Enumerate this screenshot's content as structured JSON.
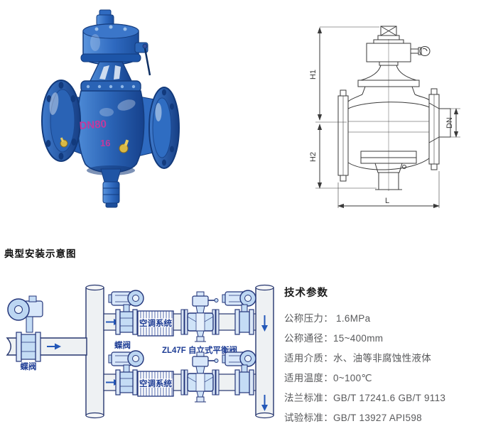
{
  "section_heading": "典型安装示意图",
  "photo": {
    "marking_dn": "DN80",
    "marking_pn": "16"
  },
  "drawing": {
    "dim_h1": "H1",
    "dim_h2": "H2",
    "dim_dn": "DN",
    "dim_l": "L"
  },
  "diagram": {
    "label_butterfly_main": "蝶阀",
    "label_butterfly_branch": "蝶阀",
    "label_ac_top": "空调系统",
    "label_ac_bottom": "空调系统",
    "label_balance_valve": "ZL47F 自立式平衡阀"
  },
  "tech": {
    "heading": "技术参数",
    "rows": [
      "公称压力： 1.6MPa",
      "公称通径：15~400mm",
      "适用介质：水、油等非腐蚀性液体",
      "适用温度：0~100℃",
      "法兰标准：GB/T 17241.6 GB/T 9113",
      "试验标准：GB/T 13927 API598"
    ]
  },
  "colors": {
    "valve_blue": "#2a63b5",
    "diagram_navy": "#23357a",
    "diagram_light_blue": "#cfe3f8",
    "marking_magenta": "#c2399d",
    "param_text": "#58595b"
  }
}
